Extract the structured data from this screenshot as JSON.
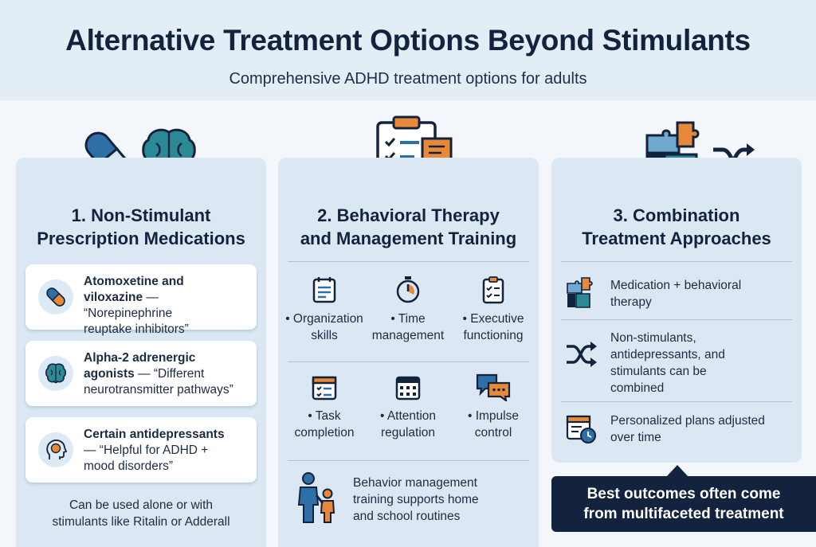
{
  "header": {
    "title": "Alternative Treatment Options Beyond Stimulants",
    "subtitle": "Comprehensive ADHD treatment options for adults"
  },
  "colors": {
    "navy": "#14233d",
    "blue": "#2f6fa8",
    "teal": "#2c8a96",
    "orange": "#e8893a",
    "panel": "#dbe8f4"
  },
  "col1": {
    "title_line1": "1. Non-Stimulant",
    "title_line2": "Prescription Medications",
    "icons": [
      "pill-icon",
      "brain-icon"
    ],
    "cards": [
      {
        "bold1": "Atomoxetine and",
        "bold2": "viloxazine",
        "rest": " — “Norepinephrine",
        "line3": "reuptake inhibitors”",
        "icon": "pill-icon"
      },
      {
        "bold1": "Alpha-2 adrenergic",
        "bold2": "agonists",
        "rest": " — “Different",
        "line3": "neurotransmitter pathways”",
        "icon": "brain-icon"
      },
      {
        "bold1": "Certain antidepressants",
        "bold2": "",
        "rest": "— “Helpful for ADHD +",
        "line3": "mood disorders”",
        "icon": "head-brain-icon"
      }
    ],
    "note_line1": "Can be used alone or with",
    "note_line2": "stimulants like Ritalin or Adderall"
  },
  "col2": {
    "title_line1": "2. Behavioral Therapy",
    "title_line2": "and Management Training",
    "icons": [
      "clipboard-checklist-icon",
      "speech-bubble-icon"
    ],
    "skills": [
      {
        "line1": "• Organization",
        "line2": "skills",
        "icon": "document-icon"
      },
      {
        "line1": "• Time",
        "line2": "management",
        "icon": "stopwatch-icon"
      },
      {
        "line1": "• Executive",
        "line2": "functioning",
        "icon": "checklist-icon"
      },
      {
        "line1": "• Task",
        "line2": "completion",
        "icon": "calendar-check-icon"
      },
      {
        "line1": "• Attention",
        "line2": "regulation",
        "icon": "calendar-grid-icon"
      },
      {
        "line1": "• Impulse",
        "line2": "control",
        "icon": "chat-bubbles-icon"
      }
    ],
    "note_line1": "Behavior management",
    "note_line2": "training supports home",
    "note_line3": "and school routines",
    "note_icon": "parent-child-icon"
  },
  "col3": {
    "title_line1": "3. Combination",
    "title_line2": "Treatment Approaches",
    "icons": [
      "puzzle-icon",
      "shuffle-icon"
    ],
    "items": [
      {
        "line1": "Medication + behavioral",
        "line2": "therapy",
        "line3": "",
        "line4": "",
        "icon": "puzzle-icon"
      },
      {
        "line1": "Non-stimulants,",
        "line2": "antidepressants, and",
        "line3": "stimulants can be",
        "line4": "combined",
        "icon": "shuffle-icon"
      },
      {
        "line1": "Personalized plans adjusted",
        "line2": "over time",
        "line3": "",
        "line4": "",
        "icon": "calendar-clock-icon"
      }
    ]
  },
  "callout": {
    "line1": "Best outcomes often come",
    "line2": "from multifaceted treatment"
  }
}
